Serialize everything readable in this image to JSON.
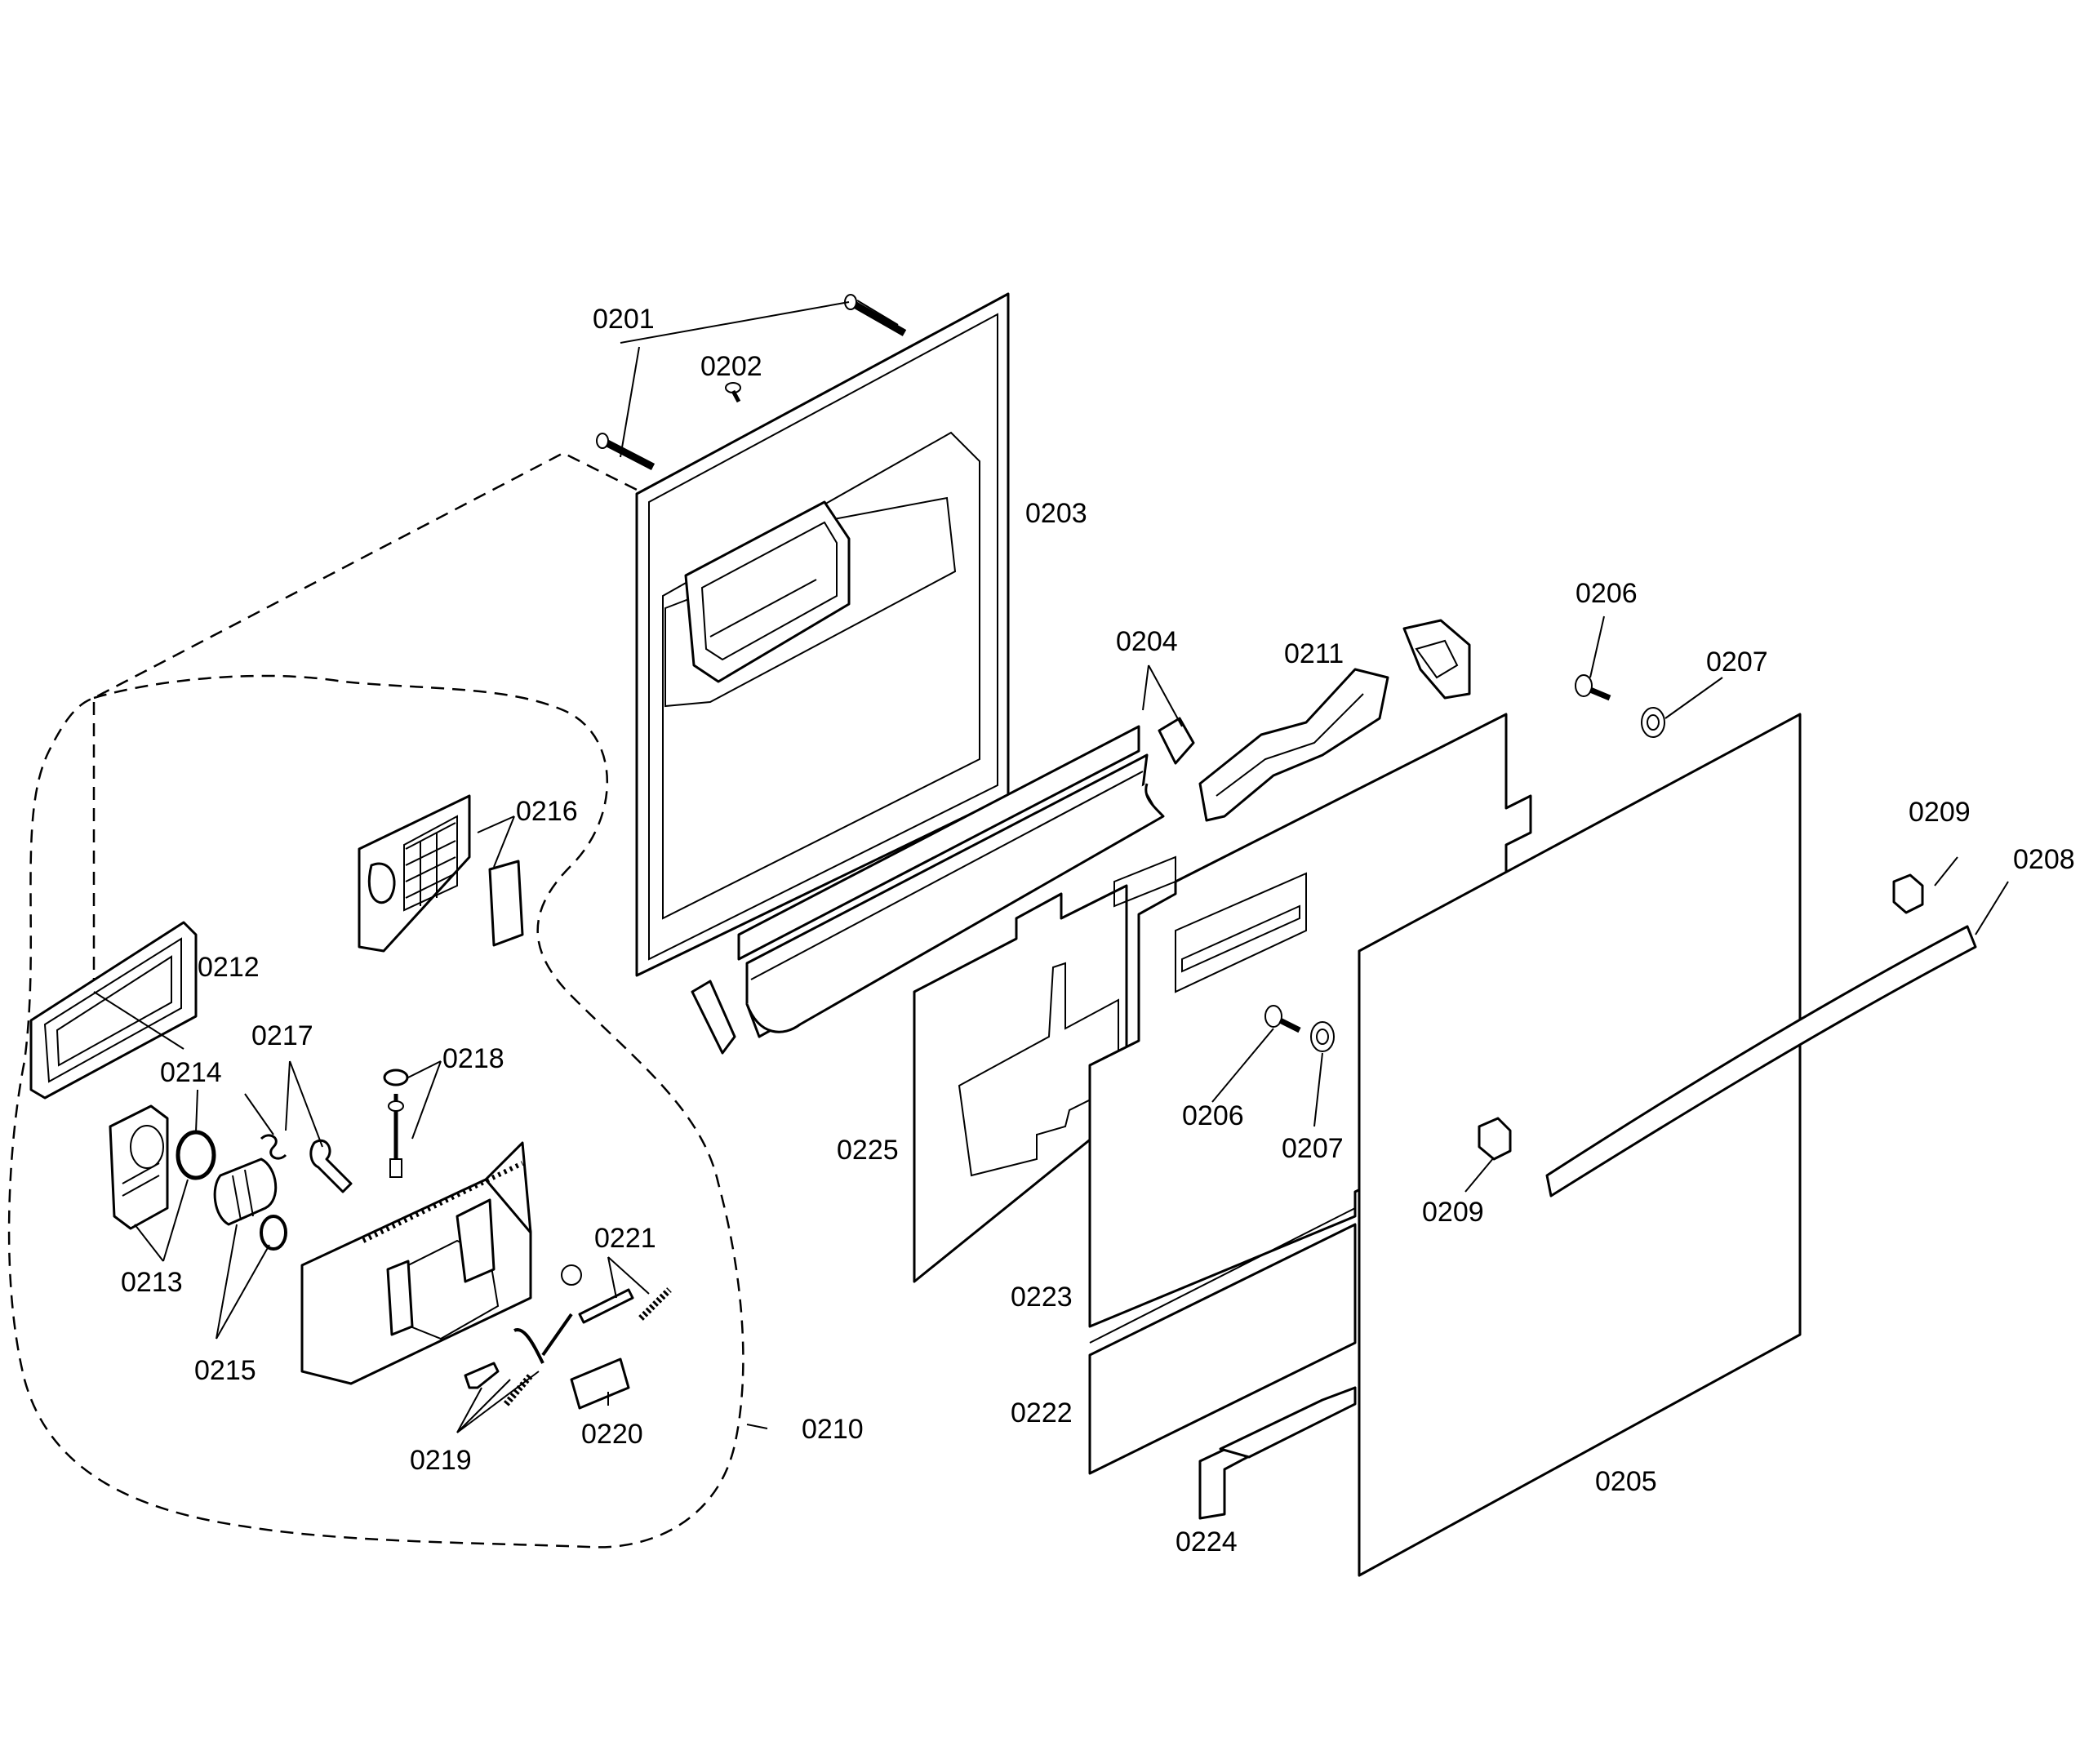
{
  "diagram": {
    "labels": {
      "p0201": "0201",
      "p0202": "0202",
      "p0203": "0203",
      "p0204": "0204",
      "p0205": "0205",
      "p0206a": "0206",
      "p0206b": "0206",
      "p0207a": "0207",
      "p0207b": "0207",
      "p0208": "0208",
      "p0209a": "0209",
      "p0209b": "0209",
      "p0210": "0210",
      "p0211": "0211",
      "p0212": "0212",
      "p0213": "0213",
      "p0214": "0214",
      "p0215": "0215",
      "p0216": "0216",
      "p0217": "0217",
      "p0218": "0218",
      "p0219": "0219",
      "p0220": "0220",
      "p0221": "0221",
      "p0222": "0222",
      "p0223": "0223",
      "p0224": "0224",
      "p0225": "0225"
    }
  }
}
